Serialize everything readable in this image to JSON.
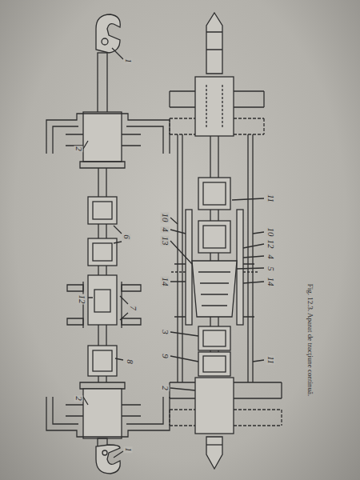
{
  "diagram": {
    "caption": "Fig. 12.3. Aparat de tracţiune continuă.",
    "labels": [
      "1",
      "2",
      "6",
      "12",
      "7",
      "8",
      "2",
      "1",
      "11",
      "10",
      "4",
      "13",
      "5",
      "14",
      "3",
      "9",
      "2",
      "10",
      "12",
      "4",
      "14",
      "11"
    ]
  }
}
